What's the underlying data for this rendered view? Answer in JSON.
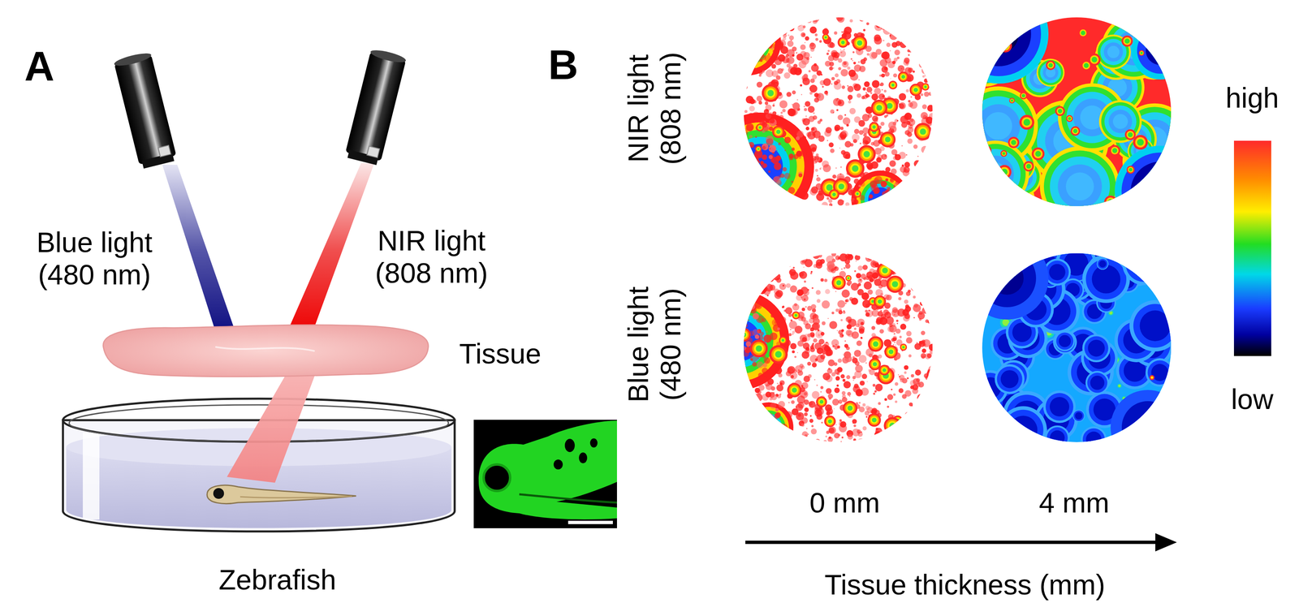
{
  "diagram": {
    "labels": [
      "A",
      "Blue light (480 nm)",
      "NIR light (808 nm)",
      "Tissue",
      "Zebrafish",
      "B",
      "NIR light (808 nm)",
      "Blue light (480 nm)",
      "high",
      "low",
      "0 mm",
      "4 mm",
      "Tissue thickness (mm)"
    ]
  }
}
